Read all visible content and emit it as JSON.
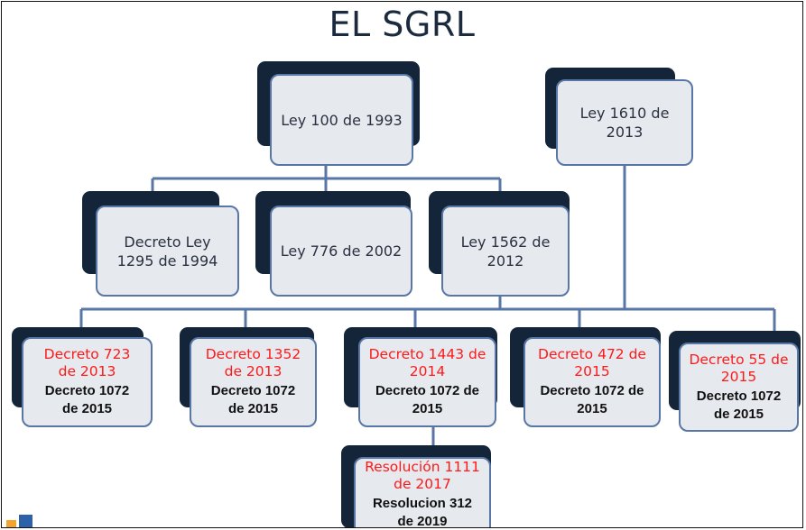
{
  "title": "EL SGRL",
  "nodes": {
    "ley100": {
      "label": "Ley 100 de 1993"
    },
    "ley1610": {
      "label": "Ley 1610 de\n2013"
    },
    "decreto_ley_1295": {
      "label": "Decreto Ley\n1295 de 1994"
    },
    "ley776": {
      "label": "Ley 776 de 2002"
    },
    "ley1562": {
      "label": "Ley 1562 de\n2012"
    },
    "decreto723": {
      "red": "Decreto 723\nde 2013",
      "bold": "Decreto 1072\nde 2015"
    },
    "decreto1352": {
      "red": "Decreto 1352\nde 2013",
      "bold": "Decreto 1072\nde 2015"
    },
    "decreto1443": {
      "red": "Decreto 1443 de\n2014",
      "bold": "Decreto 1072 de\n2015"
    },
    "decreto472": {
      "red": "Decreto 472 de\n2015",
      "bold": "Decreto 1072 de\n2015"
    },
    "decreto55": {
      "red": "Decreto 55 de\n2015",
      "bold": "Decreto 1072\nde 2015"
    },
    "resolucion1111": {
      "red": "Resolución 1111\nde 2017",
      "bold": "Resolucion 312\nde 2019"
    }
  },
  "colors": {
    "shadow": "#14253a",
    "box_fill": "#e6e9ee",
    "box_border": "#5877a6",
    "connector": "#5877a6",
    "red_text": "#ff1a1a",
    "title": "#1b2a3e",
    "logo_orange": "#f2a52c",
    "logo_blue": "#2d62a8"
  }
}
